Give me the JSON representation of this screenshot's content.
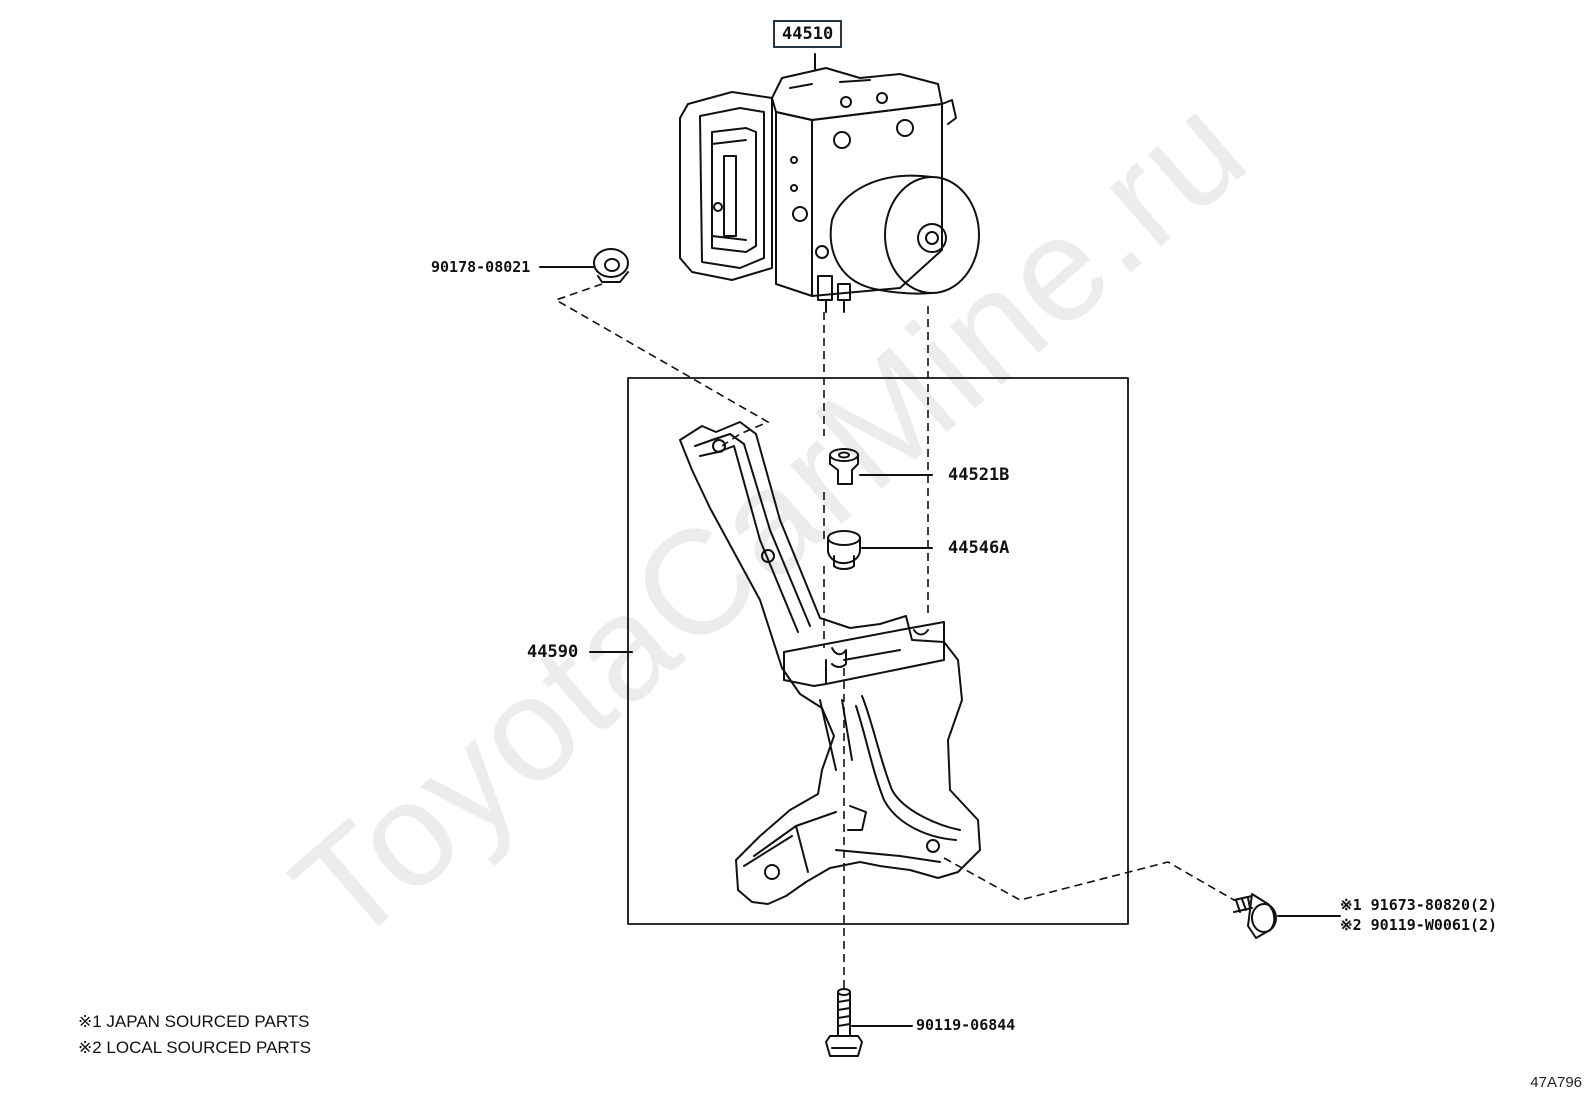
{
  "watermark": "ToyotaCarMine.ru",
  "diagram_code": "47A796",
  "parts": {
    "actuator": "44510",
    "nut": "90178-08021",
    "collar": "44521B",
    "cushion": "44546A",
    "bracket": "44590",
    "bolt_bottom": "90119-06844",
    "bolt_side_1": "※1 91673-80820(2)",
    "bolt_side_2": "※2 90119-W0061(2)"
  },
  "notes": {
    "note1": "※1 JAPAN SOURCED PARTS",
    "note2": "※2 LOCAL SOURCED PARTS"
  }
}
